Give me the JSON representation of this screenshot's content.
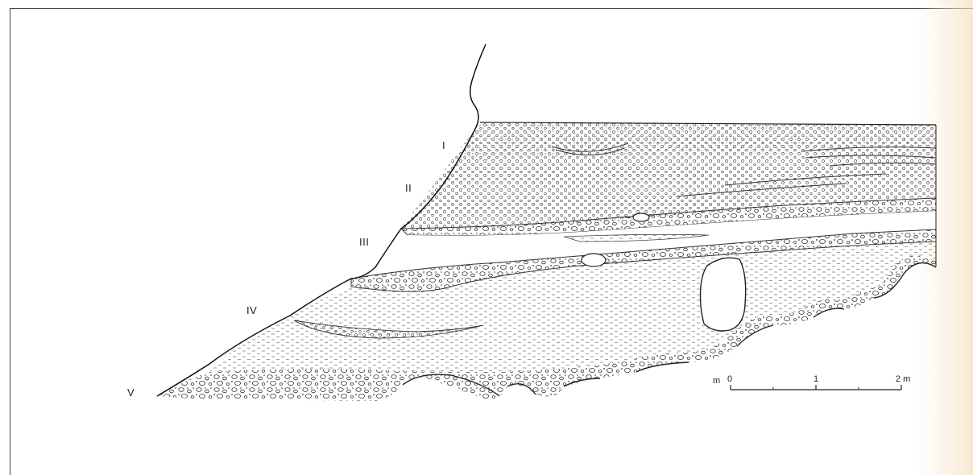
{
  "section": {
    "unit_labels": [
      "I",
      "II",
      "III",
      "IV",
      "V"
    ]
  },
  "scale_bar": {
    "unit_left": "m",
    "tick_labels": [
      "0",
      "1",
      "2 m"
    ]
  }
}
